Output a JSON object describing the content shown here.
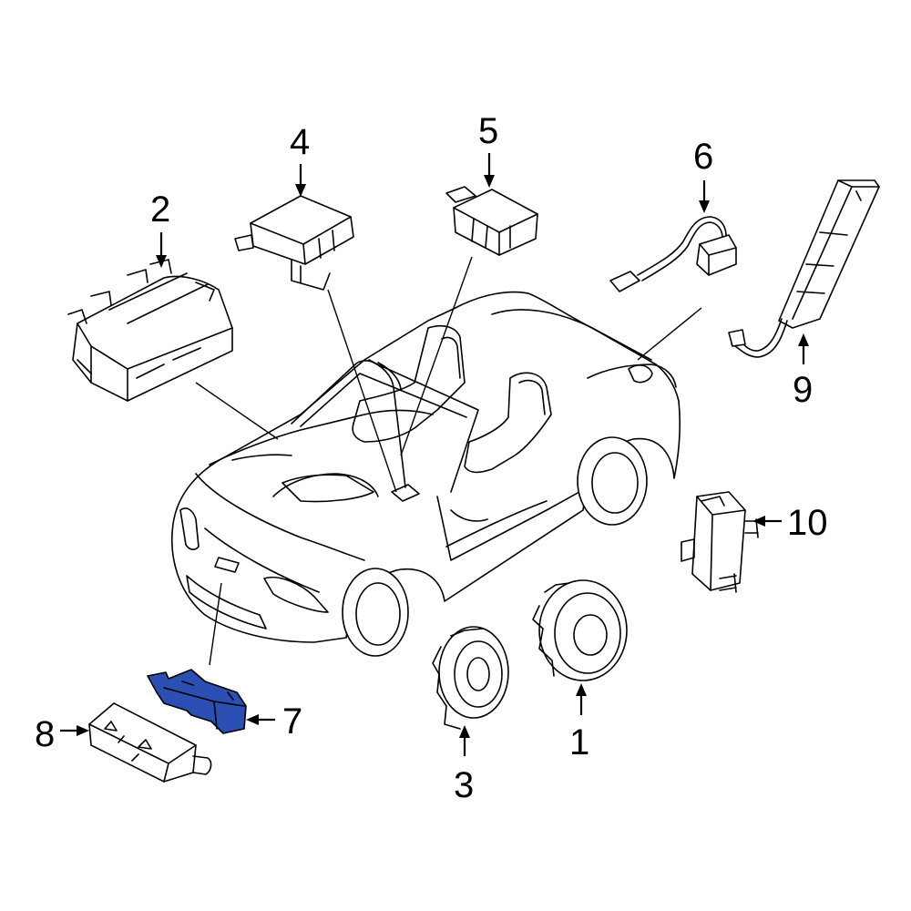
{
  "highlight_color": "#2b4fb3",
  "line_color": "#000000",
  "background_color": "#ffffff",
  "parts": [
    {
      "id": "1",
      "name": "clock-spring-1"
    },
    {
      "id": "2",
      "name": "passenger-air-bag-2"
    },
    {
      "id": "3",
      "name": "clock-spring-3"
    },
    {
      "id": "4",
      "name": "air-bag-control-module-4"
    },
    {
      "id": "5",
      "name": "occupant-sensor-5"
    },
    {
      "id": "6",
      "name": "wiring-harness-6"
    },
    {
      "id": "7",
      "name": "impact-sensor-7"
    },
    {
      "id": "8",
      "name": "impact-sensor-8"
    },
    {
      "id": "9",
      "name": "seat-side-air-bag-9"
    },
    {
      "id": "10",
      "name": "side-impact-sensor-10"
    }
  ]
}
